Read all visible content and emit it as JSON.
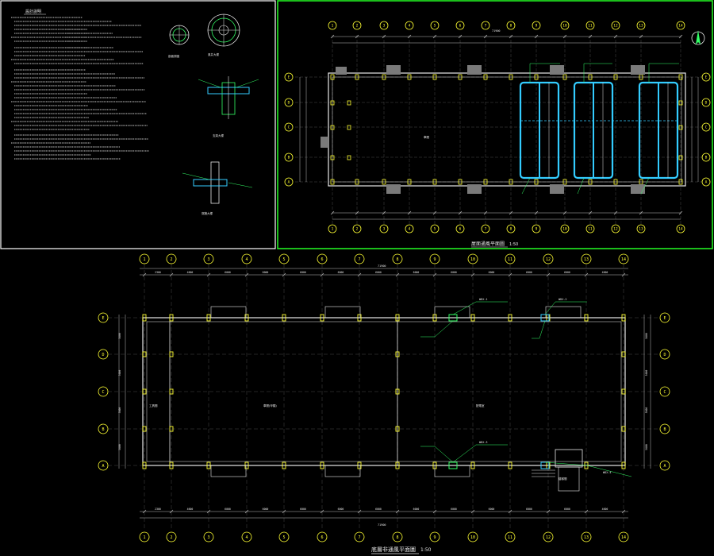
{
  "colors": {
    "background": "#000000",
    "wall": "#e8e8e8",
    "dim": "#bdbdbd",
    "grid": "#ffff33",
    "column": "#ffff33",
    "pipe": "#33ccff",
    "note": "#33ff66",
    "label": "#e8e8e8",
    "frame": "#ffffff",
    "active_frame": "#22ee22",
    "pad": "#7a7a7a"
  },
  "notes_sheet": {
    "title": "設計說明",
    "labels": {
      "detail_a": "剖面詳圖",
      "detail_b": "風井大樣",
      "detail_c": "支架大樣",
      "detail_d": "穿牆大樣"
    }
  },
  "roof_plan": {
    "title": "屋面通風平面圖",
    "scale": "1:50",
    "grid_top": [
      "1",
      "2",
      "3",
      "4",
      "5",
      "6",
      "7",
      "8",
      "9",
      "10",
      "11",
      "12",
      "13",
      "14"
    ],
    "grid_side": [
      "E",
      "D",
      "C",
      "B",
      "A"
    ],
    "room_label": "車間",
    "overall_dim": "71900"
  },
  "ground_plan": {
    "title": "底層非通風平面圖",
    "scale": "1:50",
    "grid_top": [
      "1",
      "2",
      "3",
      "4",
      "5",
      "6",
      "7",
      "8",
      "9",
      "10",
      "11",
      "12",
      "13",
      "14"
    ],
    "grid_side": [
      "E",
      "D",
      "C",
      "B",
      "A"
    ],
    "room_labels": {
      "left": "工具間",
      "center": "車間(甲類)",
      "right": "配電室",
      "stair": "樓梯間"
    },
    "overall_dim": "71900",
    "bay_dims": [
      "2300",
      "4600",
      "6000",
      "6000",
      "6000",
      "6000",
      "6000",
      "6000",
      "6000",
      "6000",
      "6000",
      "6000",
      "4600",
      "2300"
    ],
    "side_dims": [
      "5600",
      "5600",
      "5600",
      "5600"
    ],
    "tags": [
      "WDX-1",
      "WDX-2",
      "WDX-3",
      "WDX-4"
    ]
  }
}
